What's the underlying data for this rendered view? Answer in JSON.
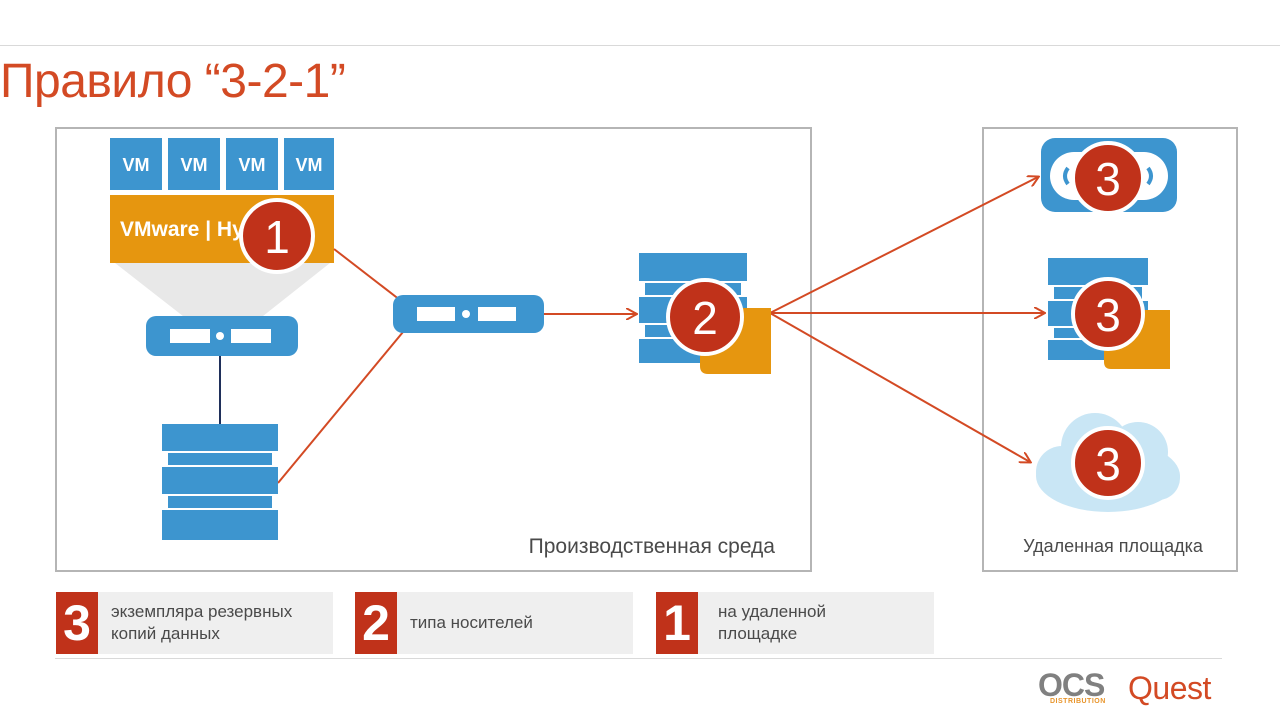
{
  "title": "Правило “3-2-1”",
  "colors": {
    "accent": "#d34a24",
    "badge": "#c0321a",
    "device_blue": "#3d95cf",
    "vmware_orange": "#e6960f",
    "cloud": "#c9e6f5"
  },
  "production": {
    "label": "Производственная среда",
    "vm_labels": [
      "VM",
      "VM",
      "VM",
      "VM"
    ],
    "hypervisor_label": "VMware | Hyper-V",
    "badge": "1"
  },
  "backup_repo": {
    "badge": "2"
  },
  "remote": {
    "label": "Удаленная площадка",
    "tape_badge": "3",
    "server_badge": "3",
    "cloud_badge": "3"
  },
  "legend": [
    {
      "number": "3",
      "text": "экземпляра резервных\nкопий данных"
    },
    {
      "number": "2",
      "text": "типа носителей"
    },
    {
      "number": "1",
      "text": "на удаленной\nплощадке"
    }
  ],
  "logos": {
    "ocs": "OCS",
    "ocs_sub": "DISTRIBUTION",
    "quest": "Quest"
  }
}
